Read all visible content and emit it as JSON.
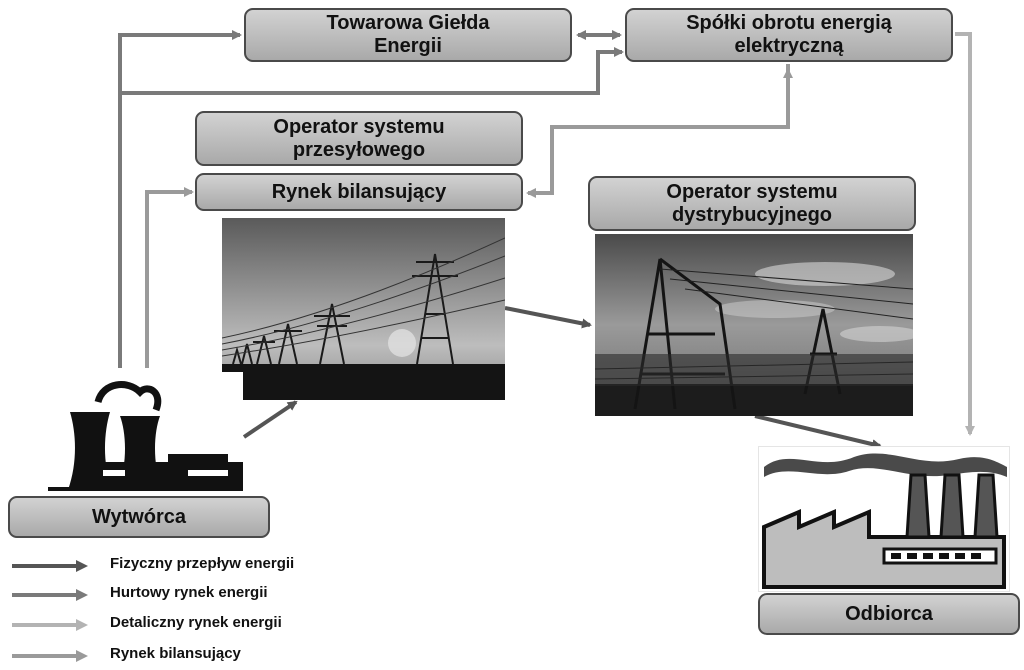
{
  "nodes": {
    "exchange": "Towarowa Giełda\nEnergii",
    "trading_companies": "Spółki obrotu energią\nelektryczną",
    "tso": "Operator systemu\nprzesyłowego",
    "balancing_market": "Rynek bilansujący",
    "dso": "Operator systemu\ndystrybucyjnego",
    "producer": "Wytwórca",
    "consumer": "Odbiorca"
  },
  "legend": [
    {
      "label": "Fizyczny przepływ energii",
      "color": "#555555"
    },
    {
      "label": "Hurtowy rynek energii",
      "color": "#7a7a7a"
    },
    {
      "label": "Detaliczny rynek energii",
      "color": "#b3b3b3"
    },
    {
      "label": "Rynek bilansujący",
      "color": "#9a9a9a"
    }
  ]
}
